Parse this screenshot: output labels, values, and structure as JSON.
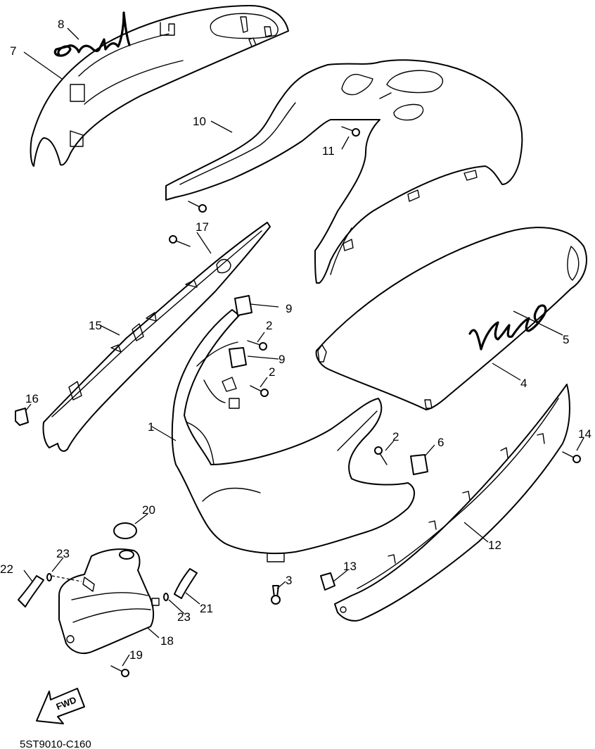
{
  "diagram_code": "5ST9010-C160",
  "direction_label": "FWD",
  "callouts": [
    {
      "id": "c1",
      "label": "1"
    },
    {
      "id": "c2a",
      "label": "2"
    },
    {
      "id": "c2b",
      "label": "2"
    },
    {
      "id": "c2c",
      "label": "2"
    },
    {
      "id": "c3",
      "label": "3"
    },
    {
      "id": "c4",
      "label": "4"
    },
    {
      "id": "c5",
      "label": "5"
    },
    {
      "id": "c6",
      "label": "6"
    },
    {
      "id": "c7",
      "label": "7"
    },
    {
      "id": "c8",
      "label": "8"
    },
    {
      "id": "c9a",
      "label": "9"
    },
    {
      "id": "c9b",
      "label": "9"
    },
    {
      "id": "c10",
      "label": "10"
    },
    {
      "id": "c11",
      "label": "11"
    },
    {
      "id": "c12",
      "label": "12"
    },
    {
      "id": "c13",
      "label": "13"
    },
    {
      "id": "c14",
      "label": "14"
    },
    {
      "id": "c15",
      "label": "15"
    },
    {
      "id": "c16",
      "label": "16"
    },
    {
      "id": "c17",
      "label": "17"
    },
    {
      "id": "c18",
      "label": "18"
    },
    {
      "id": "c19",
      "label": "19"
    },
    {
      "id": "c20",
      "label": "20"
    },
    {
      "id": "c21",
      "label": "21"
    },
    {
      "id": "c22",
      "label": "22"
    },
    {
      "id": "c23a",
      "label": "23"
    },
    {
      "id": "c23b",
      "label": "23"
    }
  ],
  "colors": {
    "line": "#000000",
    "background": "#ffffff"
  }
}
